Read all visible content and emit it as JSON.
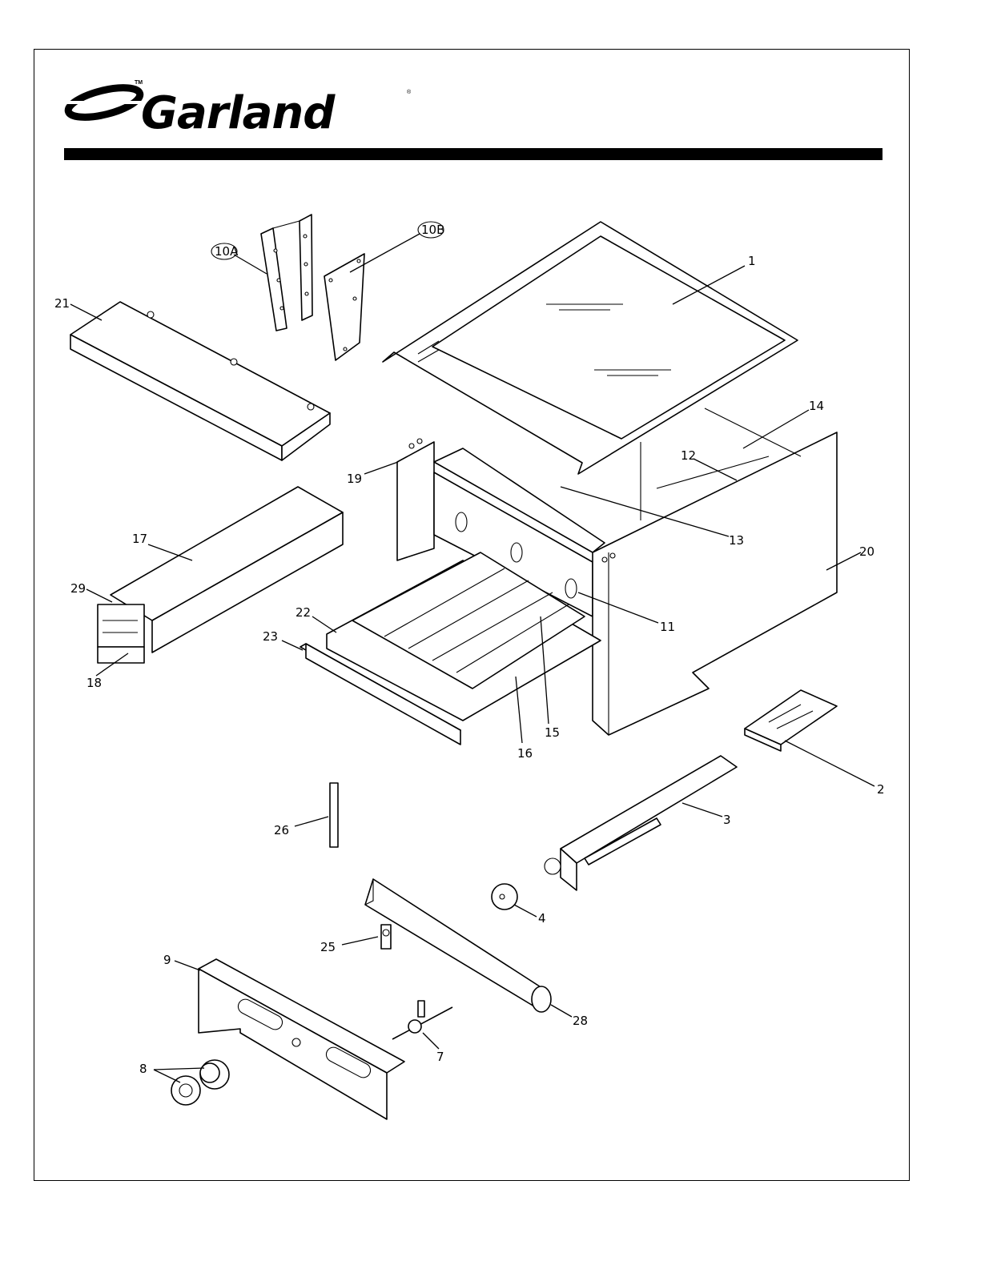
{
  "brand": {
    "name": "Garland",
    "tm": "TM",
    "reg": "®"
  },
  "callouts": {
    "c1": "1",
    "c2": "2",
    "c3": "3",
    "c4": "4",
    "c7": "7",
    "c8": "8",
    "c9": "9",
    "c10a": "10A",
    "c10b": "10B",
    "c11": "11",
    "c12": "12",
    "c13": "13",
    "c14": "14",
    "c15": "15",
    "c16": "16",
    "c17": "17",
    "c18": "18",
    "c19": "19",
    "c20": "20",
    "c21": "21",
    "c22": "22",
    "c23": "23",
    "c25": "25",
    "c26": "26",
    "c28": "28",
    "c29": "29"
  }
}
